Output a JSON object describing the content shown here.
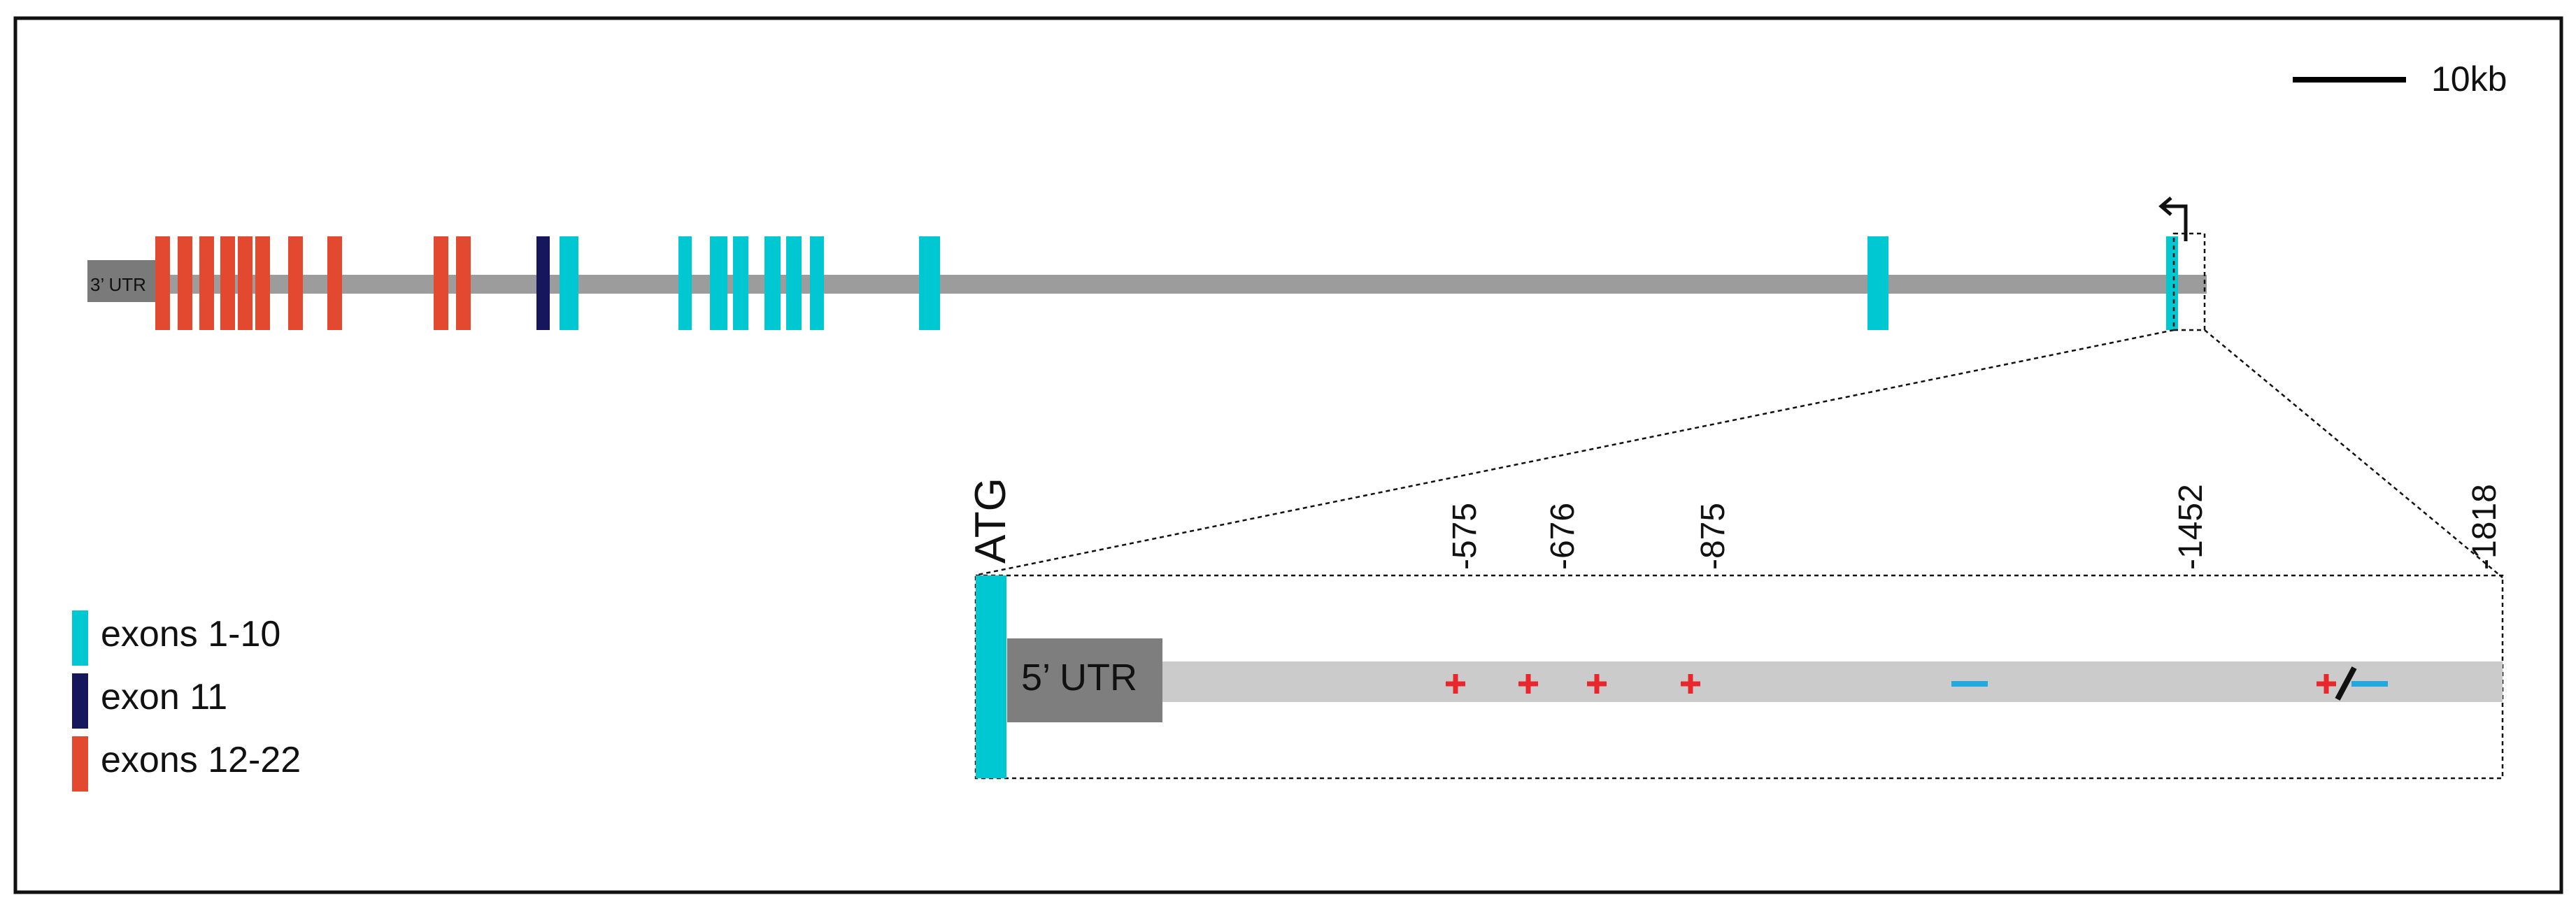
{
  "scale_bar": {
    "label": "10kb"
  },
  "gene": {
    "utr3_label": "3’ UTR",
    "exon_groups": [
      {
        "name": "exons 1-10",
        "color": "#00c8d2"
      },
      {
        "name": "exon 11",
        "color": "#16165c"
      },
      {
        "name": "exons 12-22",
        "color": "#e2492f"
      }
    ],
    "transcription_start_icon": "bent-arrow-icon"
  },
  "promoter": {
    "atg_label": "ATG",
    "utr5_label": "5’ UTR",
    "positions": [
      "-575",
      "-676",
      "-875",
      "-1452",
      "-1818"
    ],
    "plus_color": "#e8262b",
    "minus_color": "#22a8dc"
  },
  "legend": {
    "items": [
      {
        "label": "exons 1-10",
        "color": "#00c8d2"
      },
      {
        "label": "exon 11",
        "color": "#16165c"
      },
      {
        "label": "exons 12-22",
        "color": "#e2492f"
      }
    ]
  }
}
